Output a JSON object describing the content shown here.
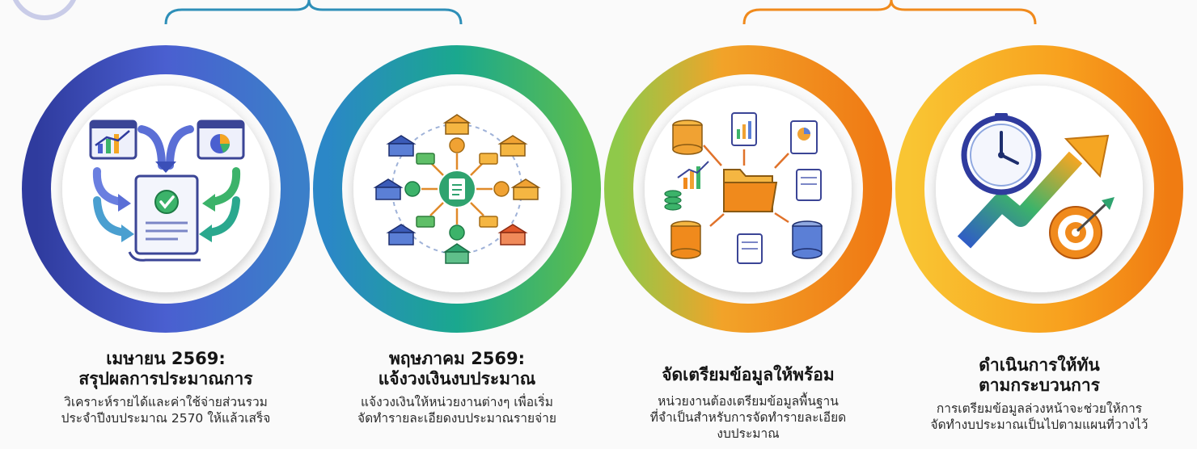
{
  "steps": [
    {
      "title_line1": "เมษายน 2569:",
      "title_line2": "สรุปผลการประมาณการ",
      "desc_line1": "วิเคราะห์รายได้และค่าใช้จ่ายส่วนรวม",
      "desc_line2": "ประจำปีงบประมาณ 2570 ให้แล้วเสร็จ",
      "desc_line3": "",
      "icon": "report-consolidation-icon",
      "ring_color": "#3d4fb8"
    },
    {
      "title_line1": "พฤษภาคม 2569:",
      "title_line2": "แจ้งวงเงินงบประมาณ",
      "desc_line1": "แจ้งวงเงินให้หน่วยงานต่างๆ เพื่อเริ่ม",
      "desc_line2": "จัดทำรายละเอียดงบประมาณรายจ่าย",
      "desc_line3": "",
      "icon": "budget-distribution-network-icon",
      "ring_color": "#1fa38a"
    },
    {
      "title_line1": "",
      "title_line2": "จัดเตรียมข้อมูลให้พร้อม",
      "desc_line1": "หน่วยงานต้องเตรียมข้อมูลพื้นฐาน",
      "desc_line2": "ที่จำเป็นสำหรับการจัดทำรายละเอียด",
      "desc_line3": "งบประมาณ",
      "icon": "data-preparation-icon",
      "ring_color": "#f08a1c"
    },
    {
      "title_line1": "ดำเนินการให้ทัน",
      "title_line2": "ตามกระบวนการ",
      "desc_line1": "การเตรียมข้อมูลล่วงหน้าจะช่วยให้การ",
      "desc_line2": "จัดทำงบประมาณเป็นไปตามแผนที่วางไว้",
      "desc_line3": "",
      "icon": "clock-growth-target-icon",
      "ring_color": "#f7a51e"
    }
  ]
}
